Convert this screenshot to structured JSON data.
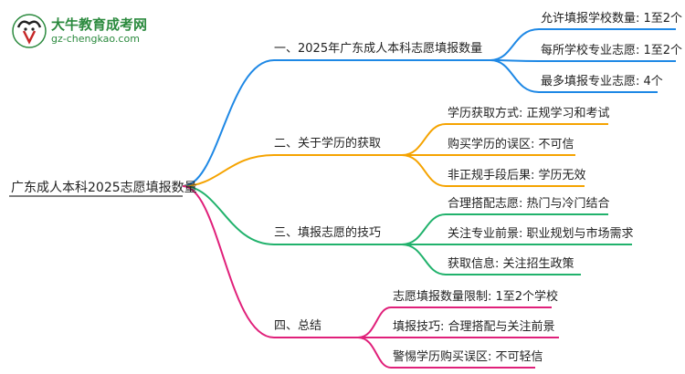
{
  "logo": {
    "name": "大牛教育成考网",
    "url": "gz-chengkao.com"
  },
  "root": "广东成人本科2025志愿填报数量",
  "branches": [
    {
      "label": "一、2025年广东成人本科志愿填报数量",
      "color": "#1e88e5",
      "leaves": [
        "允许填报学校数量: 1至2个",
        "每所学校专业志愿: 1至2个",
        "最多填报专业志愿: 4个"
      ]
    },
    {
      "label": "二、关于学历的获取",
      "color": "#f5a300",
      "leaves": [
        "学历获取方式: 正规学习和考试",
        "购买学历的误区: 不可信",
        "非正规手段后果: 学历无效"
      ]
    },
    {
      "label": "三、填报志愿的技巧",
      "color": "#21b26c",
      "leaves": [
        "合理搭配志愿: 热门与冷门结合",
        "关注专业前景: 职业规划与市场需求",
        "获取信息: 关注招生政策"
      ]
    },
    {
      "label": "四、总结",
      "color": "#e0207a",
      "leaves": [
        "志愿填报数量限制: 1至2个学校",
        "填报技巧: 合理搭配与关注前景",
        "警惕学历购买误区: 不可轻信"
      ]
    }
  ]
}
